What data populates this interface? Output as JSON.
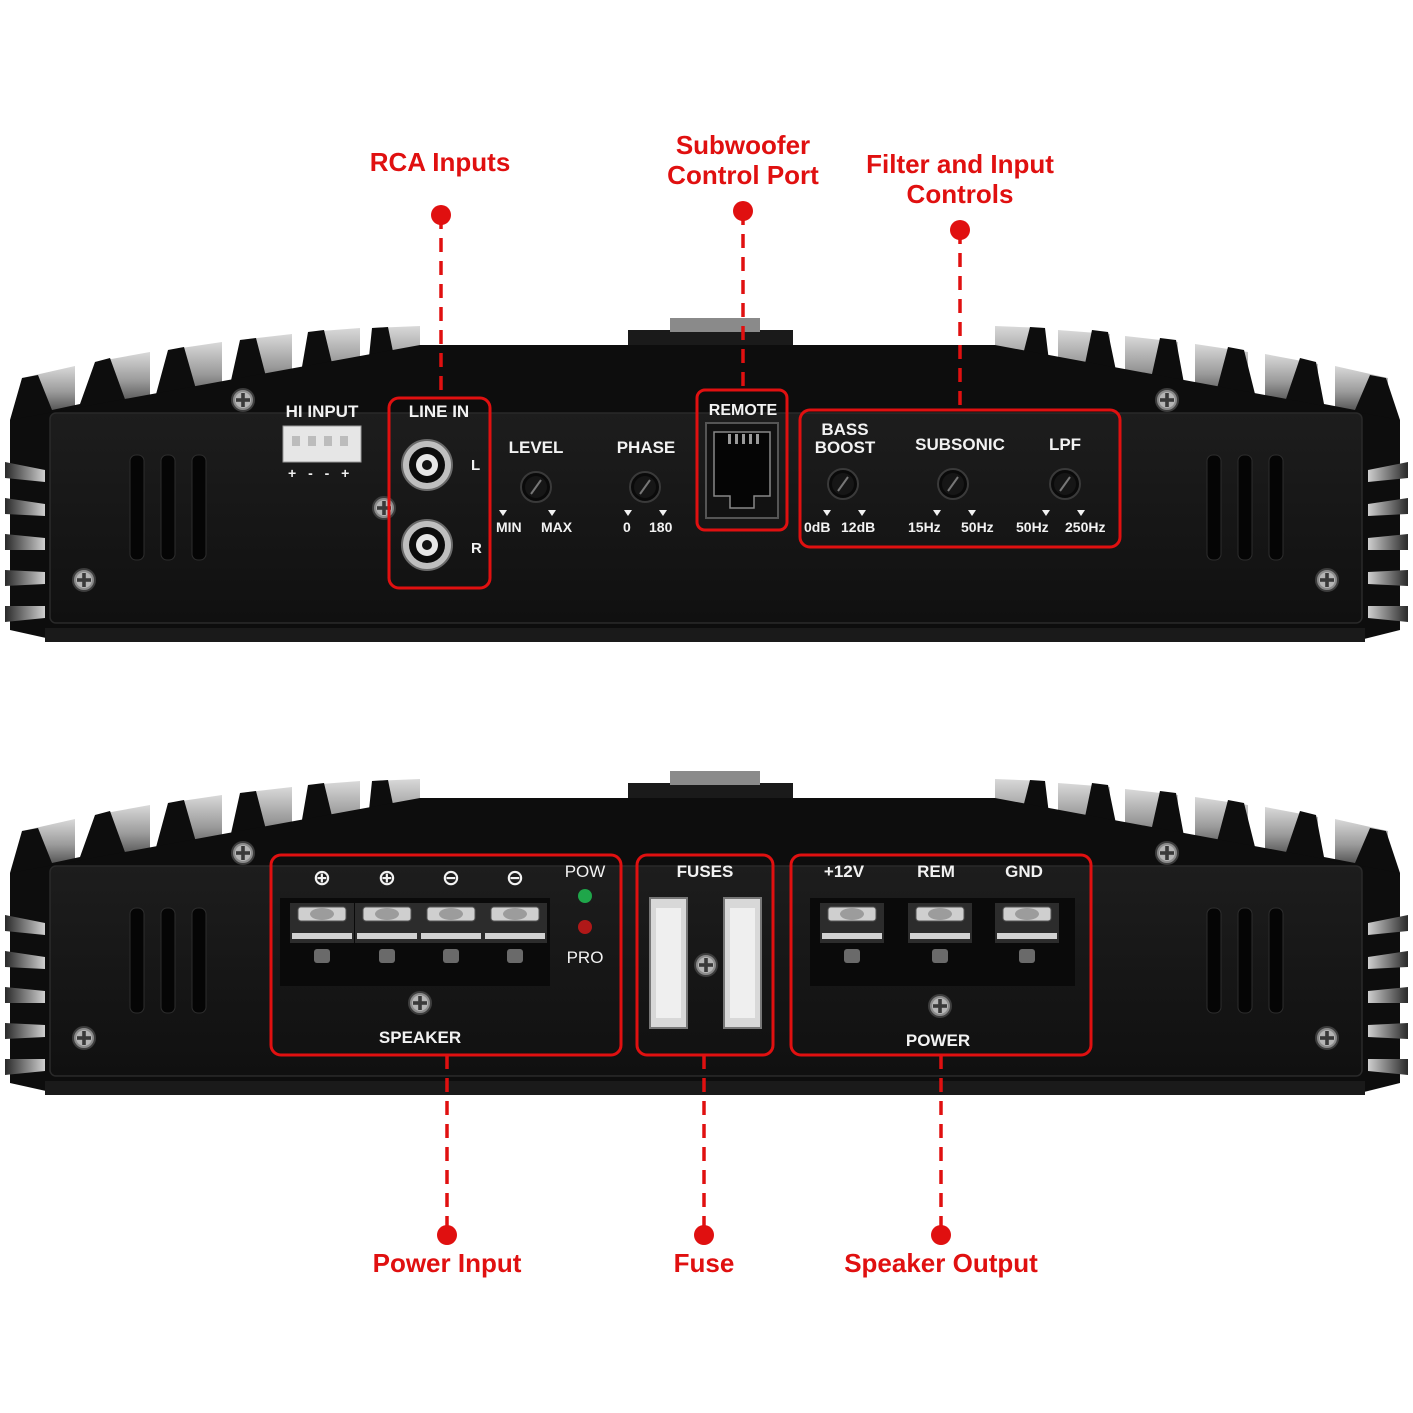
{
  "callouts": {
    "rca_inputs": "RCA Inputs",
    "subwoofer_port": "Subwoofer\nControl Port",
    "filter_controls": "Filter and Input\nControls",
    "power_input": "Power Input",
    "fuse": "Fuse",
    "speaker_output": "Speaker Output"
  },
  "top_panel": {
    "hi_input": "HI INPUT",
    "hi_input_pins": "+ - - +",
    "line_in": "LINE IN",
    "line_in_left": "L",
    "line_in_right": "R",
    "level": "LEVEL",
    "level_min": "MIN",
    "level_max": "MAX",
    "phase": "PHASE",
    "phase_min": "0",
    "phase_max": "180",
    "remote": "REMOTE",
    "bass_boost": "BASS\nBOOST",
    "bass_min": "0dB",
    "bass_max": "12dB",
    "subsonic": "SUBSONIC",
    "subsonic_min": "15Hz",
    "subsonic_max": "50Hz",
    "lpf": "LPF",
    "lpf_min": "50Hz",
    "lpf_max": "250Hz"
  },
  "bottom_panel": {
    "speaker_terminals": [
      "⊕",
      "⊕",
      "⊖",
      "⊖"
    ],
    "pow": "POW",
    "pro": "PRO",
    "speaker": "SPEAKER",
    "fuses": "FUSES",
    "plus12v": "+12V",
    "rem": "REM",
    "gnd": "GND",
    "power": "POWER"
  },
  "colors": {
    "accent": "#e01010",
    "chassis": "#151515",
    "heatsink": "#0d0d0d",
    "fin_highlight": "#bdbdbd",
    "pow_led": "#1fa64a",
    "pro_led": "#b01818"
  }
}
